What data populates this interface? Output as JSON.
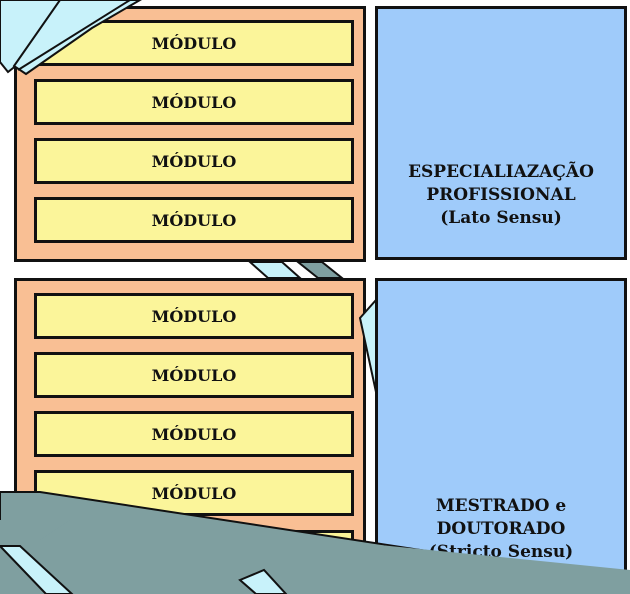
{
  "modules": {
    "label": "MÓDULO"
  },
  "levels": {
    "specialization": {
      "line1": "ESPECIALIAZAÇÃO",
      "line2": "PROFISSIONAL",
      "line3": "(Lato Sensu)"
    },
    "master_doctorate": {
      "line1": "MESTRADO e",
      "line2": "DOUTORADO",
      "line3": "(Stricto Sensu)"
    }
  },
  "colors": {
    "module_fill": "#fbf59a",
    "group_fill": "#f9bf94",
    "level_fill": "#9fcbfa",
    "stripe_fill": "#7f9fa0",
    "arrow_fill": "#c8f2fa"
  }
}
